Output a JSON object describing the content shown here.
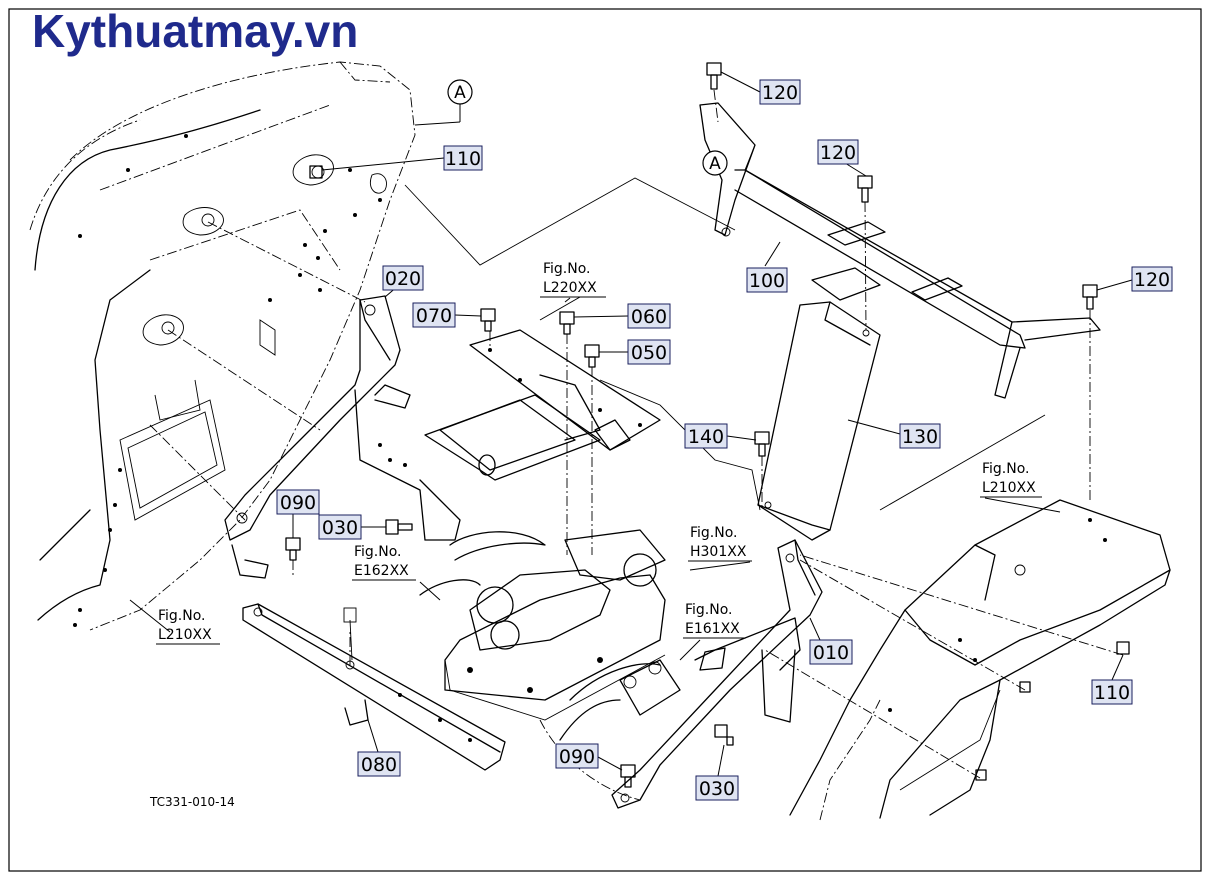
{
  "watermark": "Kythuatmay.vn",
  "drawing_code": "TC331-010-14",
  "callouts": [
    {
      "id": "c120a",
      "text": "120"
    },
    {
      "id": "c110a",
      "text": "110"
    },
    {
      "id": "c120b",
      "text": "120"
    },
    {
      "id": "c020",
      "text": "020"
    },
    {
      "id": "c100",
      "text": "100"
    },
    {
      "id": "c120c",
      "text": "120"
    },
    {
      "id": "c070",
      "text": "070"
    },
    {
      "id": "c060",
      "text": "060"
    },
    {
      "id": "c050",
      "text": "050"
    },
    {
      "id": "c140",
      "text": "140"
    },
    {
      "id": "c130",
      "text": "130"
    },
    {
      "id": "c090a",
      "text": "090"
    },
    {
      "id": "c030a",
      "text": "030"
    },
    {
      "id": "c010",
      "text": "010"
    },
    {
      "id": "c110b",
      "text": "110"
    },
    {
      "id": "c080",
      "text": "080"
    },
    {
      "id": "c090b",
      "text": "090"
    },
    {
      "id": "c030b",
      "text": "030"
    }
  ],
  "figure_refs": [
    {
      "id": "L220",
      "line1": "Fig.No.",
      "line2": "L220XX"
    },
    {
      "id": "H301",
      "line1": "Fig.No.",
      "line2": "H301XX"
    },
    {
      "id": "E162",
      "line1": "Fig.No.",
      "line2": "E162XX"
    },
    {
      "id": "E161",
      "line1": "Fig.No.",
      "line2": "E161XX"
    },
    {
      "id": "L210L",
      "line1": "Fig.No.",
      "line2": "L210XX"
    },
    {
      "id": "L210R",
      "line1": "Fig.No.",
      "line2": "L210XX"
    }
  ],
  "section_markers": [
    "A",
    "A"
  ]
}
